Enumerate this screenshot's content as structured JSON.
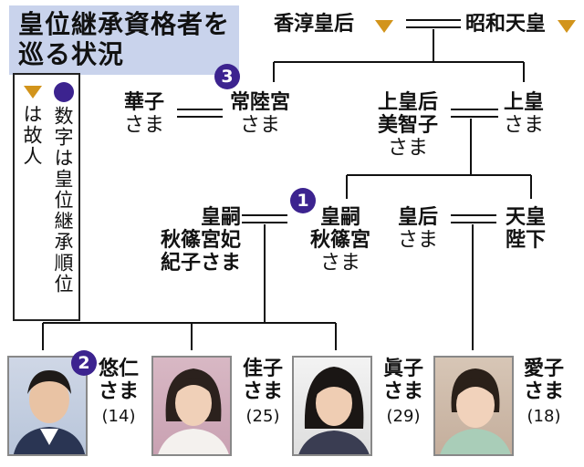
{
  "title": {
    "line1": "皇位継承資格者を",
    "line2": "巡る状況"
  },
  "legend": {
    "circle_text": "数字は皇位継承順位",
    "triangle_text": "は故人"
  },
  "colors": {
    "badge": "#3c238f",
    "deceased_marker": "#d2941b",
    "title_bg": "#c9d3ec"
  },
  "people": {
    "kojun": {
      "name": "香淳皇后"
    },
    "showa": {
      "name": "昭和天皇"
    },
    "hanako": {
      "name": "華子",
      "honorific": "さま"
    },
    "hitachi": {
      "name": "常陸宮",
      "honorific": "さま",
      "rank": "3"
    },
    "michiko": {
      "line1": "上皇后",
      "line2": "美智子",
      "honorific": "さま"
    },
    "joko": {
      "name": "上皇",
      "honorific": "さま"
    },
    "kiko": {
      "line1": "皇嗣",
      "line2": "秋篠宮妃",
      "line3": "紀子さま"
    },
    "akishino": {
      "line1": "皇嗣",
      "line2": "秋篠宮",
      "honorific": "さま",
      "rank": "1"
    },
    "kogo": {
      "line1": "皇后",
      "honorific": "さま"
    },
    "tenno": {
      "line1": "天皇",
      "line2": "陛下"
    },
    "hisahito": {
      "name": "悠仁",
      "honorific": "さま",
      "age": "(14)",
      "rank": "2"
    },
    "kako": {
      "name": "佳子",
      "honorific": "さま",
      "age": "(25)"
    },
    "mako": {
      "name": "眞子",
      "honorific": "さま",
      "age": "(29)"
    },
    "aiko": {
      "name": "愛子",
      "honorific": "さま",
      "age": "(18)"
    }
  }
}
